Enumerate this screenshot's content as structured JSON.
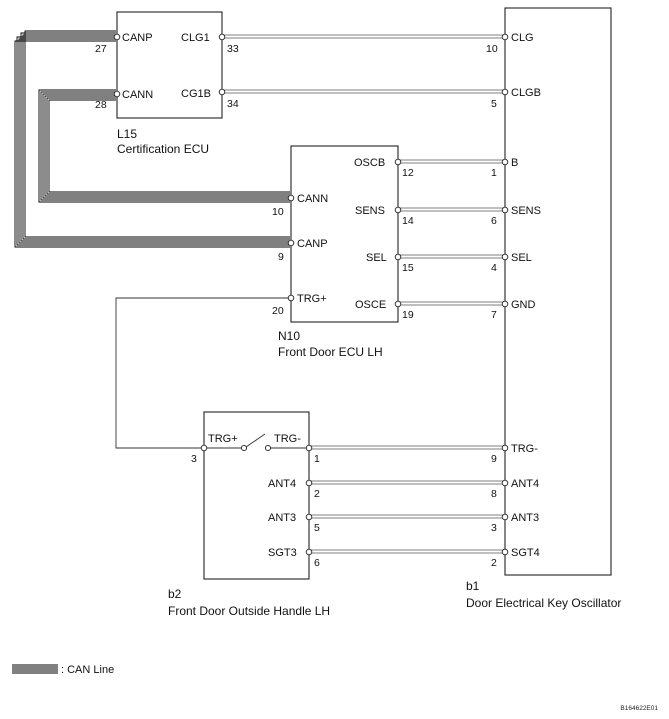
{
  "components": {
    "l15": {
      "id": "L15",
      "name": "Certification ECU"
    },
    "n10": {
      "id": "N10",
      "name": "Front Door ECU LH"
    },
    "b1": {
      "id": "b1",
      "name": "Door Electrical Key Oscillator"
    },
    "b2": {
      "id": "b2",
      "name": "Front Door Outside Handle LH"
    }
  },
  "l15_pins": {
    "canp": {
      "label": "CANP",
      "num": "27"
    },
    "cann": {
      "label": "CANN",
      "num": "28"
    },
    "clg1": {
      "label": "CLG1",
      "num": "33"
    },
    "cg1b": {
      "label": "CG1B",
      "num": "34"
    }
  },
  "n10_pins": {
    "cann": {
      "label": "CANN",
      "num": "10"
    },
    "canp": {
      "label": "CANP",
      "num": "9"
    },
    "trg": {
      "label": "TRG+",
      "num": "20"
    },
    "oscb": {
      "label": "OSCB",
      "num": "12"
    },
    "sens": {
      "label": "SENS",
      "num": "14"
    },
    "sel": {
      "label": "SEL",
      "num": "15"
    },
    "osce": {
      "label": "OSCE",
      "num": "19"
    }
  },
  "b1_pins": {
    "clg": {
      "label": "CLG",
      "num": "10"
    },
    "clgb": {
      "label": "CLGB",
      "num": "5"
    },
    "b": {
      "label": "B",
      "num": "1"
    },
    "sens": {
      "label": "SENS",
      "num": "6"
    },
    "sel": {
      "label": "SEL",
      "num": "4"
    },
    "gnd": {
      "label": "GND",
      "num": "7"
    },
    "trg": {
      "label": "TRG-",
      "num": "9"
    },
    "ant4": {
      "label": "ANT4",
      "num": "8"
    },
    "ant3": {
      "label": "ANT3",
      "num": "3"
    },
    "sgt4": {
      "label": "SGT4",
      "num": "2"
    }
  },
  "b2_pins": {
    "trgp": {
      "label": "TRG+",
      "num": "3"
    },
    "trgm": {
      "label": "TRG-",
      "num": "1"
    },
    "ant4": {
      "label": "ANT4",
      "num": "2"
    },
    "ant3": {
      "label": "ANT3",
      "num": "5"
    },
    "sgt3": {
      "label": "SGT3",
      "num": "6"
    }
  },
  "legend": {
    "text": ": CAN Line"
  },
  "figure_code": "B164622E01"
}
